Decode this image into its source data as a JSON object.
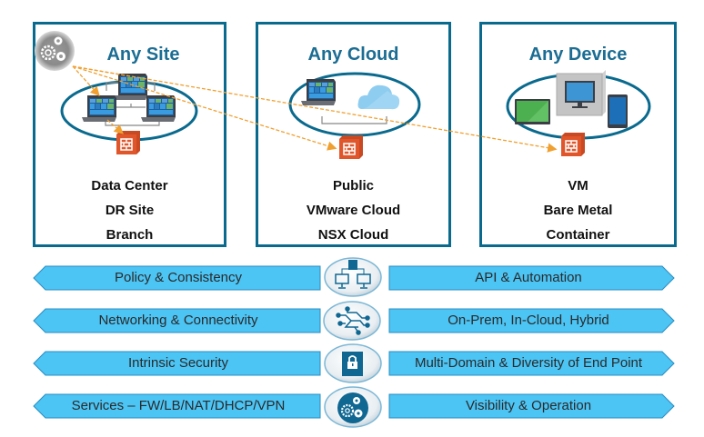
{
  "colors": {
    "panel_border": "#0a6a8e",
    "title": "#1b6d93",
    "banner_fill": "#4cc4f4",
    "banner_stroke": "#2b8dc0",
    "firewall": "#e0562a",
    "dotted_line": "#f0a030",
    "hub_dark": "#0f6792"
  },
  "panels": [
    {
      "title": "Any Site",
      "items": [
        "Data Center",
        "DR Site",
        "Branch"
      ],
      "icons": [
        "gears-icon",
        "server-icon",
        "firewall-icon"
      ]
    },
    {
      "title": "Any Cloud",
      "items": [
        "Public",
        "VMware Cloud",
        "NSX Cloud"
      ],
      "icons": [
        "server-icon",
        "cloud-icon",
        "firewall-icon"
      ]
    },
    {
      "title": "Any Device",
      "items": [
        "VM",
        "Bare Metal",
        "Container"
      ],
      "icons": [
        "tablet-icon",
        "desktop-icon",
        "phone-icon",
        "firewall-icon"
      ]
    }
  ],
  "rows": [
    {
      "left": "Policy & Consistency",
      "right": "API & Automation",
      "hub_icon": "network-topology-icon"
    },
    {
      "left": "Networking & Connectivity",
      "right": "On-Prem, In-Cloud, Hybrid",
      "hub_icon": "circuit-icon"
    },
    {
      "left": "Intrinsic Security",
      "right": "Multi-Domain & Diversity of End Point",
      "hub_icon": "lock-icon"
    },
    {
      "left": "Services – FW/LB/NAT/DHCP/VPN",
      "right": "Visibility & Operation",
      "hub_icon": "gears-icon"
    }
  ]
}
